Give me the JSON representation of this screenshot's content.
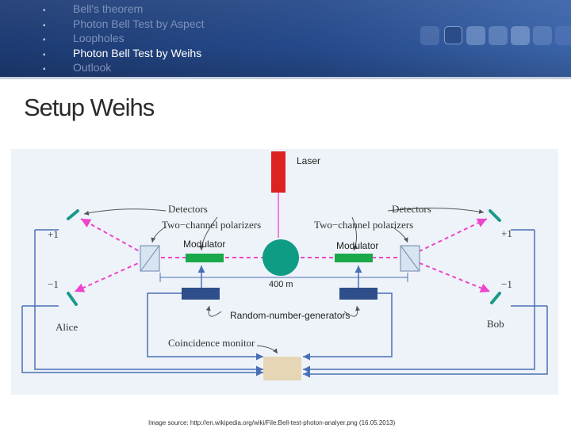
{
  "colors": {
    "header_bg": "#24478a",
    "laser": "#dd2222",
    "beam": "#ee44cc",
    "modulator": "#19a84a",
    "source": "#0e9c84",
    "rng": "#2e4f8a",
    "coincidence": "#e6d6b6",
    "lines": "#4a6fb5"
  },
  "agenda": [
    {
      "label": "Bell's theorem",
      "bullet": "▪",
      "active": false
    },
    {
      "label": "Photon Bell Test by Aspect",
      "bullet": "▪",
      "active": false
    },
    {
      "label": "Loopholes",
      "bullet": "▪",
      "active": false
    },
    {
      "label": "Photon Bell Test by Weihs",
      "bullet": "▪",
      "active": true
    },
    {
      "label": "Outlook",
      "bullet": "▪",
      "active": false
    }
  ],
  "slide": {
    "title": "Setup Weihs",
    "caption": "Image source: http://en.wikipedia.org/wiki/File:Bell-test-photon-analyer.png (16.05.2013)"
  },
  "figure": {
    "laser": "Laser",
    "detectors_left": "Detectors",
    "detectors_right": "Detectors",
    "polarizers_left": "Two−channel polarizers",
    "polarizers_right": "Two−channel polarizers",
    "modulator_left": "Modulator",
    "modulator_right": "Modulator",
    "distance": "400 m",
    "rng": "Random-number-generators",
    "coincidence": "Coincidence monitor",
    "alice": "Alice",
    "bob": "Bob",
    "plus_left": "+1",
    "minus_left": "−1",
    "plus_right": "+1",
    "minus_right": "−1"
  }
}
